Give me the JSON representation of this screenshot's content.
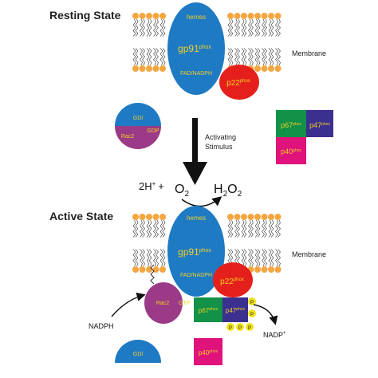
{
  "resting_state": {
    "heading": "Resting State",
    "membrane_label": "Membrane",
    "gp91": {
      "top_label": "hemes",
      "name": "gp91",
      "sup": "phox",
      "bottom_label": "FAD/NADPH"
    },
    "p22": {
      "name": "p22",
      "sup": "phox"
    },
    "gdi_rac2": {
      "gdi_label": "GDI",
      "rac2_label": "Rac2",
      "gdp_label": "GDP"
    },
    "p67": {
      "name": "p67",
      "sup": "phox"
    },
    "p47": {
      "name": "p47",
      "sup": "phox"
    },
    "p40": {
      "name": "p40",
      "sup": "phox"
    }
  },
  "transition": {
    "activating_line1": "Activating",
    "activating_line2": "Stimulus",
    "reaction_left": "2H",
    "reaction_left_sup": "+",
    "reaction_plus": "+",
    "o2": "O",
    "o2_sub": "2",
    "h2o2_h": "H",
    "h2o2_sub1": "2",
    "h2o2_o": "O",
    "h2o2_sub2": "2"
  },
  "active_state": {
    "heading": "Active State",
    "membrane_label": "Membrane",
    "gp91": {
      "top_label": "hemes",
      "name": "gp91",
      "sup": "phox",
      "bottom_label": "FAD/NADPH"
    },
    "p22": {
      "name": "p22",
      "sup": "phox"
    },
    "rac2_label": "Rac2",
    "gtp_label": "GTP",
    "p67": {
      "name": "p67",
      "sup": "phox"
    },
    "p47": {
      "name": "p47",
      "sup": "phox"
    },
    "p40": {
      "name": "p40",
      "sup": "phox"
    },
    "phosphate_label": "P",
    "nadph_label": "NADPH",
    "nadp_label": "NADP",
    "nadp_sup": "+",
    "gdi_label": "GDI"
  },
  "colors": {
    "lipid_head": "#f4a641",
    "gp91": "#1f7ac4",
    "gp91_text": "#f2d024",
    "p22": "#e5201c",
    "p22_text": "#f2d024",
    "gdi": "#1f7ac4",
    "rac2": "#9b3a86",
    "p67": "#129148",
    "p47": "#3b2f8f",
    "p40": "#e0127b",
    "phosphate": "#f0e21a"
  }
}
